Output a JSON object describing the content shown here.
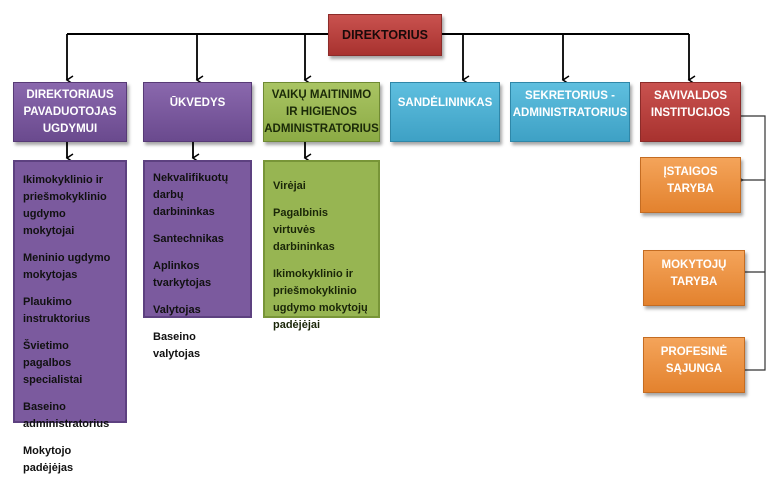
{
  "director": {
    "label": "DIREKTORIUS"
  },
  "level2": [
    {
      "label": "DIREKTORIAUS PAVADUOTOJAS UGDYMUI",
      "lines": [
        "DIREKTORIAUS",
        "PAVADUOTOJAS",
        "UGDYMUI"
      ]
    },
    {
      "label": "ŪKVEDYS",
      "lines": [
        "ŪKVEDYS"
      ]
    },
    {
      "label": "VAIKŲ MAITINIMO IR HIGIENOS ADMINISTRATORIUS",
      "lines": [
        "VAIKŲ MAITINIMO",
        "IR HIGIENOS",
        "ADMINISTRATORIUS"
      ]
    },
    {
      "label": "SANDĖLININKAS",
      "lines": [
        "SANDĖLININKAS"
      ]
    },
    {
      "label": "SEKRETORIUS - ADMINISTRATORIUS",
      "lines": [
        "SEKRETORIUS -",
        "ADMINISTRATORIUS"
      ]
    },
    {
      "label": "SAVIVALDOS INSTITUCIJOS",
      "lines": [
        "SAVIVALDOS",
        "INSTITUCIJOS"
      ]
    }
  ],
  "deputy_staff": [
    "Ikimokyklinio ir priešmokyklinio ugdymo mokytojai",
    "Meninio ugdymo mokytojas",
    "Plaukimo instruktorius",
    "Švietimo pagalbos specialistai",
    "Baseino administratorius",
    "Mokytojo padėjėjas"
  ],
  "household_staff": [
    "Nekvalifikuotų darbų darbininkas",
    "Santechnikas",
    "Aplinkos tvarkytojas",
    "Valytojas",
    "Baseino valytojas"
  ],
  "catering_staff": [
    "Virėjai",
    "Pagalbinis virtuvės darbininkas",
    "Ikimokyklinio ir priešmokyklinio ugdymo mokytojų padėjėjai"
  ],
  "self_government": [
    {
      "lines": [
        "ĮSTAIGOS",
        "TARYBA"
      ]
    },
    {
      "lines": [
        "MOKYTOJŲ",
        "TARYBA"
      ]
    },
    {
      "lines": [
        "PROFESINĖ",
        "SĄJUNGA"
      ]
    }
  ],
  "colors": {
    "director": "#b9403d",
    "deputy": "#7b5a9e",
    "household": "#7b5a9e",
    "catering": "#97b552",
    "storekeeper": "#4fb0d3",
    "secretary": "#4fb0d3",
    "self_government": "#b9403d",
    "councils": "#ec9142"
  }
}
